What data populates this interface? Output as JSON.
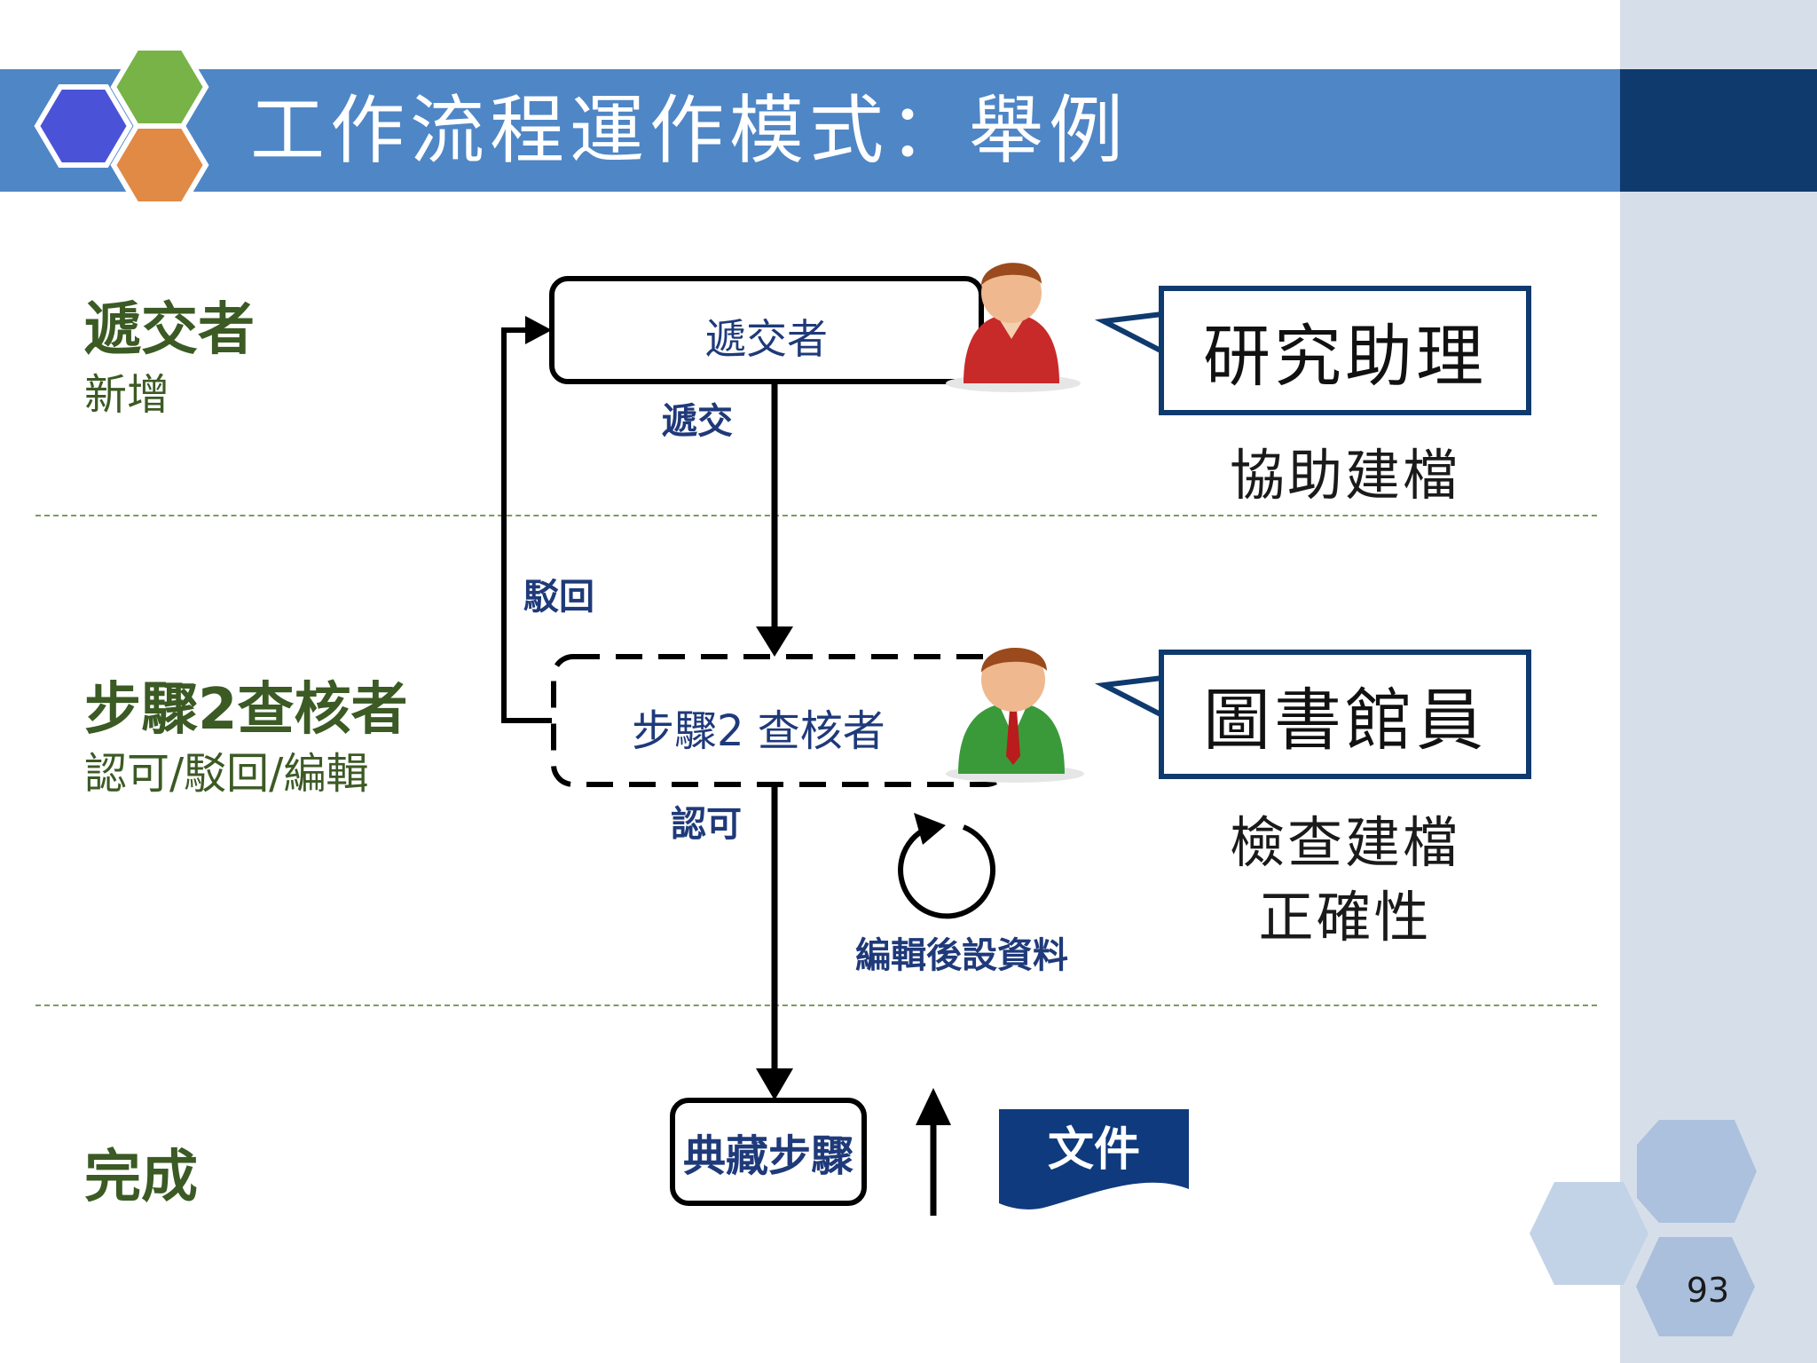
{
  "title": "工作流程運作模式：舉例",
  "page_number": "93",
  "lanes": [
    {
      "title": "遞交者",
      "subtitle": "新增"
    },
    {
      "title": "步驟2查核者",
      "subtitle": "認可/駁回/編輯"
    },
    {
      "title": "完成",
      "subtitle": ""
    }
  ],
  "nodes": {
    "submitter": "遞交者",
    "reviewer": "步驟2 查核者",
    "archive": "典藏步驟",
    "document": "文件"
  },
  "edges": {
    "submit": "遞交",
    "reject": "駁回",
    "approve": "認可",
    "edit_metadata": "編輯後設資料"
  },
  "callouts": [
    {
      "role": "研究助理",
      "description": [
        "協助建檔"
      ]
    },
    {
      "role": "圖書館員",
      "description": [
        "檢查建檔",
        "正確性"
      ]
    }
  ],
  "colors": {
    "title_bar": "#4f86c6",
    "title_bar_dark": "#0e3a6e",
    "lane_text": "#3b5a24",
    "node_text": "#1f3a7a",
    "callout_border": "#0f3a6e",
    "hex_blue": "#4a53d8",
    "hex_green": "#77b347",
    "hex_orange": "#e08a46"
  },
  "icons": {
    "submitter_avatar": "user-red-icon",
    "reviewer_avatar": "user-green-icon",
    "edit_loop": "refresh-loop-icon",
    "upload_arrow": "arrow-up-icon"
  }
}
